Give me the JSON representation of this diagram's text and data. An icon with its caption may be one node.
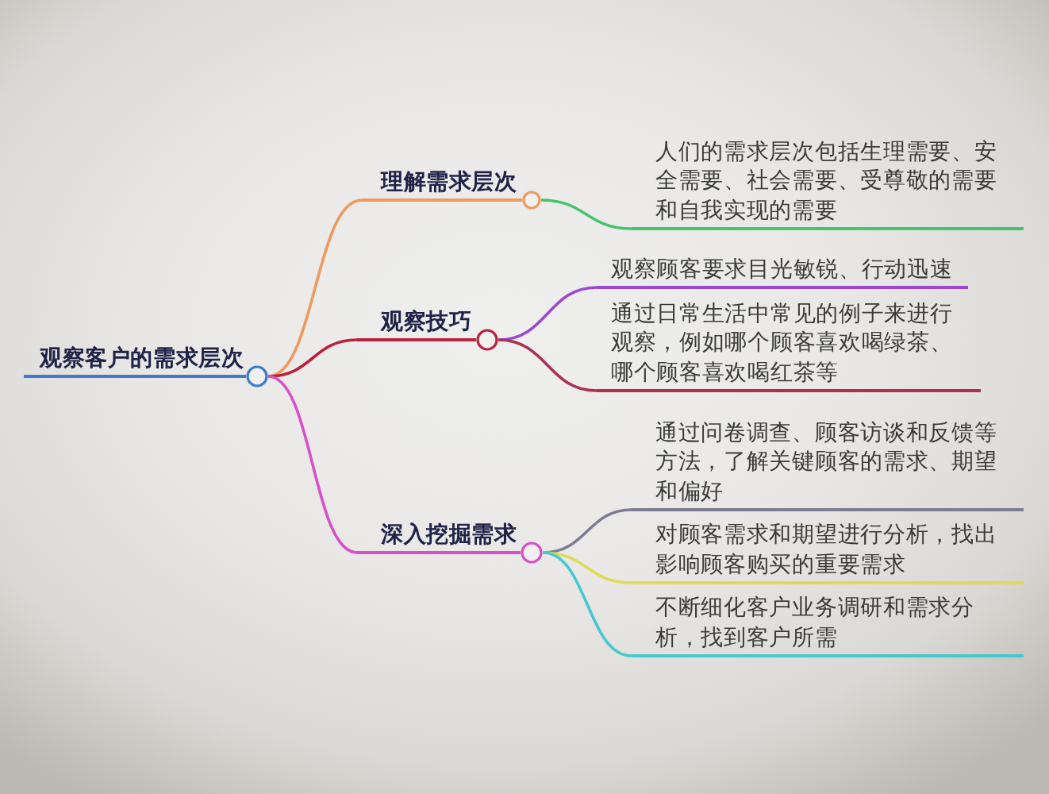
{
  "diagram": {
    "nodes": [
      {
        "text": [
          "观察客户的需求层次"
        ]
      },
      {
        "text": [
          "理解需求层次"
        ]
      },
      {
        "text": [
          "人们的需求层次包括生理需要、安全需要、社会需要、受尊敬的需要和自我实现的需要"
        ]
      },
      {
        "text": [
          "观察技巧"
        ]
      },
      {
        "text": [
          "观察顾客要求目光敏锐、行动迅速"
        ]
      },
      {
        "text": [
          "通过日常生活中常见的例子来进行观察，例如哪个顾客喜欢喝绿茶、哪个顾客喜欢喝红茶等"
        ]
      },
      {
        "text": [
          "深入挖掘需求"
        ]
      },
      {
        "text": [
          "通过问卷调查、顾客访谈和反馈等方法，了解关键顾客的需求、期望和偏好"
        ]
      },
      {
        "text": [
          "对顾客需求和期望进行分析，找出影响顾客购买的重要需求"
        ]
      },
      {
        "text": [
          "不断细化客户业务调研和需求分析，找到客户所需"
        ]
      }
    ],
    "edges": [
      {
        "from": 0,
        "to": 1,
        "arrow": "none",
        "color": "#ee9a5e"
      },
      {
        "from": 0,
        "to": 3,
        "arrow": "none",
        "color": "#b8233f"
      },
      {
        "from": 0,
        "to": 6,
        "arrow": "none",
        "color": "#d750c9"
      },
      {
        "from": 1,
        "to": 2,
        "arrow": "none",
        "color": "#45c46c"
      },
      {
        "from": 3,
        "to": 4,
        "arrow": "none",
        "color": "#9a48d4"
      },
      {
        "from": 3,
        "to": 5,
        "arrow": "none",
        "color": "#a8324f"
      },
      {
        "from": 6,
        "to": 7,
        "arrow": "none",
        "color": "#7c7d92"
      },
      {
        "from": 6,
        "to": 8,
        "arrow": "none",
        "color": "#dcdc55"
      },
      {
        "from": 6,
        "to": 9,
        "arrow": "none",
        "color": "#45c8cf"
      }
    ]
  }
}
